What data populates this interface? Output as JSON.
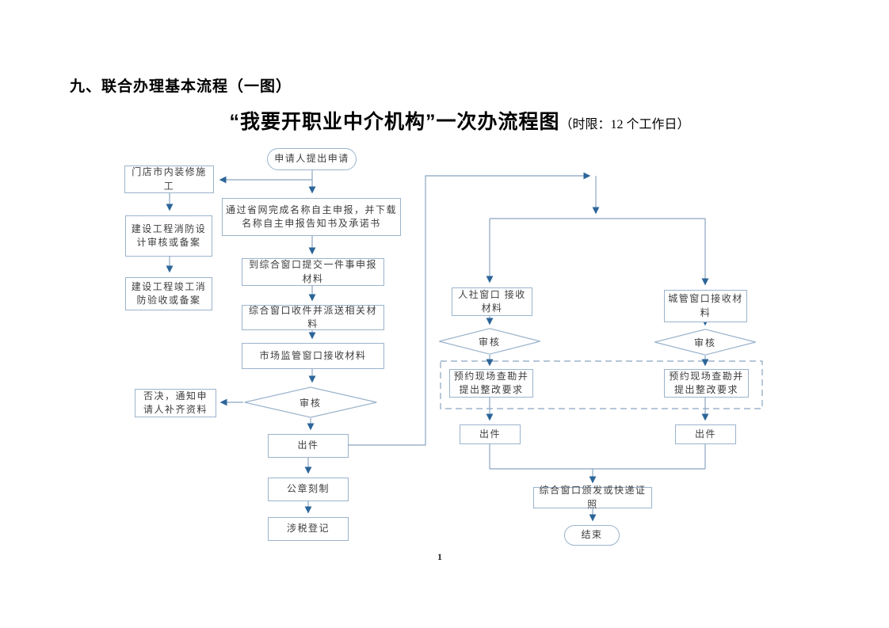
{
  "page": {
    "heading": "九、联合办理基本流程（一图）",
    "page_number": "1"
  },
  "diagram": {
    "title_main": "“我要开职业中介机构”一次办流程图",
    "title_note": "（时限：12 个工作日）"
  },
  "nodes": {
    "start": {
      "type": "start-oval",
      "label": "申请人提出申请"
    },
    "shopfit": {
      "type": "process",
      "label": "门店市内装修施工"
    },
    "fire_design": {
      "type": "process",
      "label": "建设工程消防设计审核或备案"
    },
    "fire_accept": {
      "type": "process",
      "label": "建设工程竣工消防验收或备案"
    },
    "province_net": {
      "type": "process",
      "label": "通过省网完成名称自主申报，并下载名称自主申报告知书及承诺书"
    },
    "submit_window": {
      "type": "process",
      "label": "到综合窗口提交一件事申报材料"
    },
    "receive_dispatch": {
      "type": "process",
      "label": "综合窗口收件并派送相关材料"
    },
    "market_window": {
      "type": "process",
      "label": "市场监管窗口接收材料"
    },
    "review_market": {
      "type": "decision",
      "label": "审核"
    },
    "reject": {
      "type": "process",
      "label": "否决，通知申请人补齐资料"
    },
    "issue_market": {
      "type": "process",
      "label": "出件"
    },
    "seal": {
      "type": "process",
      "label": "公章刻制"
    },
    "tax": {
      "type": "process",
      "label": "涉税登记"
    },
    "hr_window": {
      "type": "process",
      "label": "人社窗口 接收材料"
    },
    "review_hr": {
      "type": "decision",
      "label": "审核"
    },
    "survey_hr": {
      "type": "process",
      "label": "预约现场查勘并提出整改要求"
    },
    "issue_hr": {
      "type": "process",
      "label": "出件"
    },
    "cg_window": {
      "type": "process",
      "label": "城管窗口接收材料"
    },
    "review_cg": {
      "type": "decision",
      "label": "审核"
    },
    "survey_cg": {
      "type": "process",
      "label": "预约现场查勘并提出整改要求"
    },
    "issue_cg": {
      "type": "process",
      "label": "出件"
    },
    "license": {
      "type": "process",
      "label": "综合窗口颁发或快递证照"
    },
    "end": {
      "type": "end-oval",
      "label": "结束"
    }
  },
  "colors": {
    "line": "#8aa5c0",
    "border": "#9bb3cc",
    "arrow": "#2c6598",
    "text": "#3d3d3d"
  }
}
